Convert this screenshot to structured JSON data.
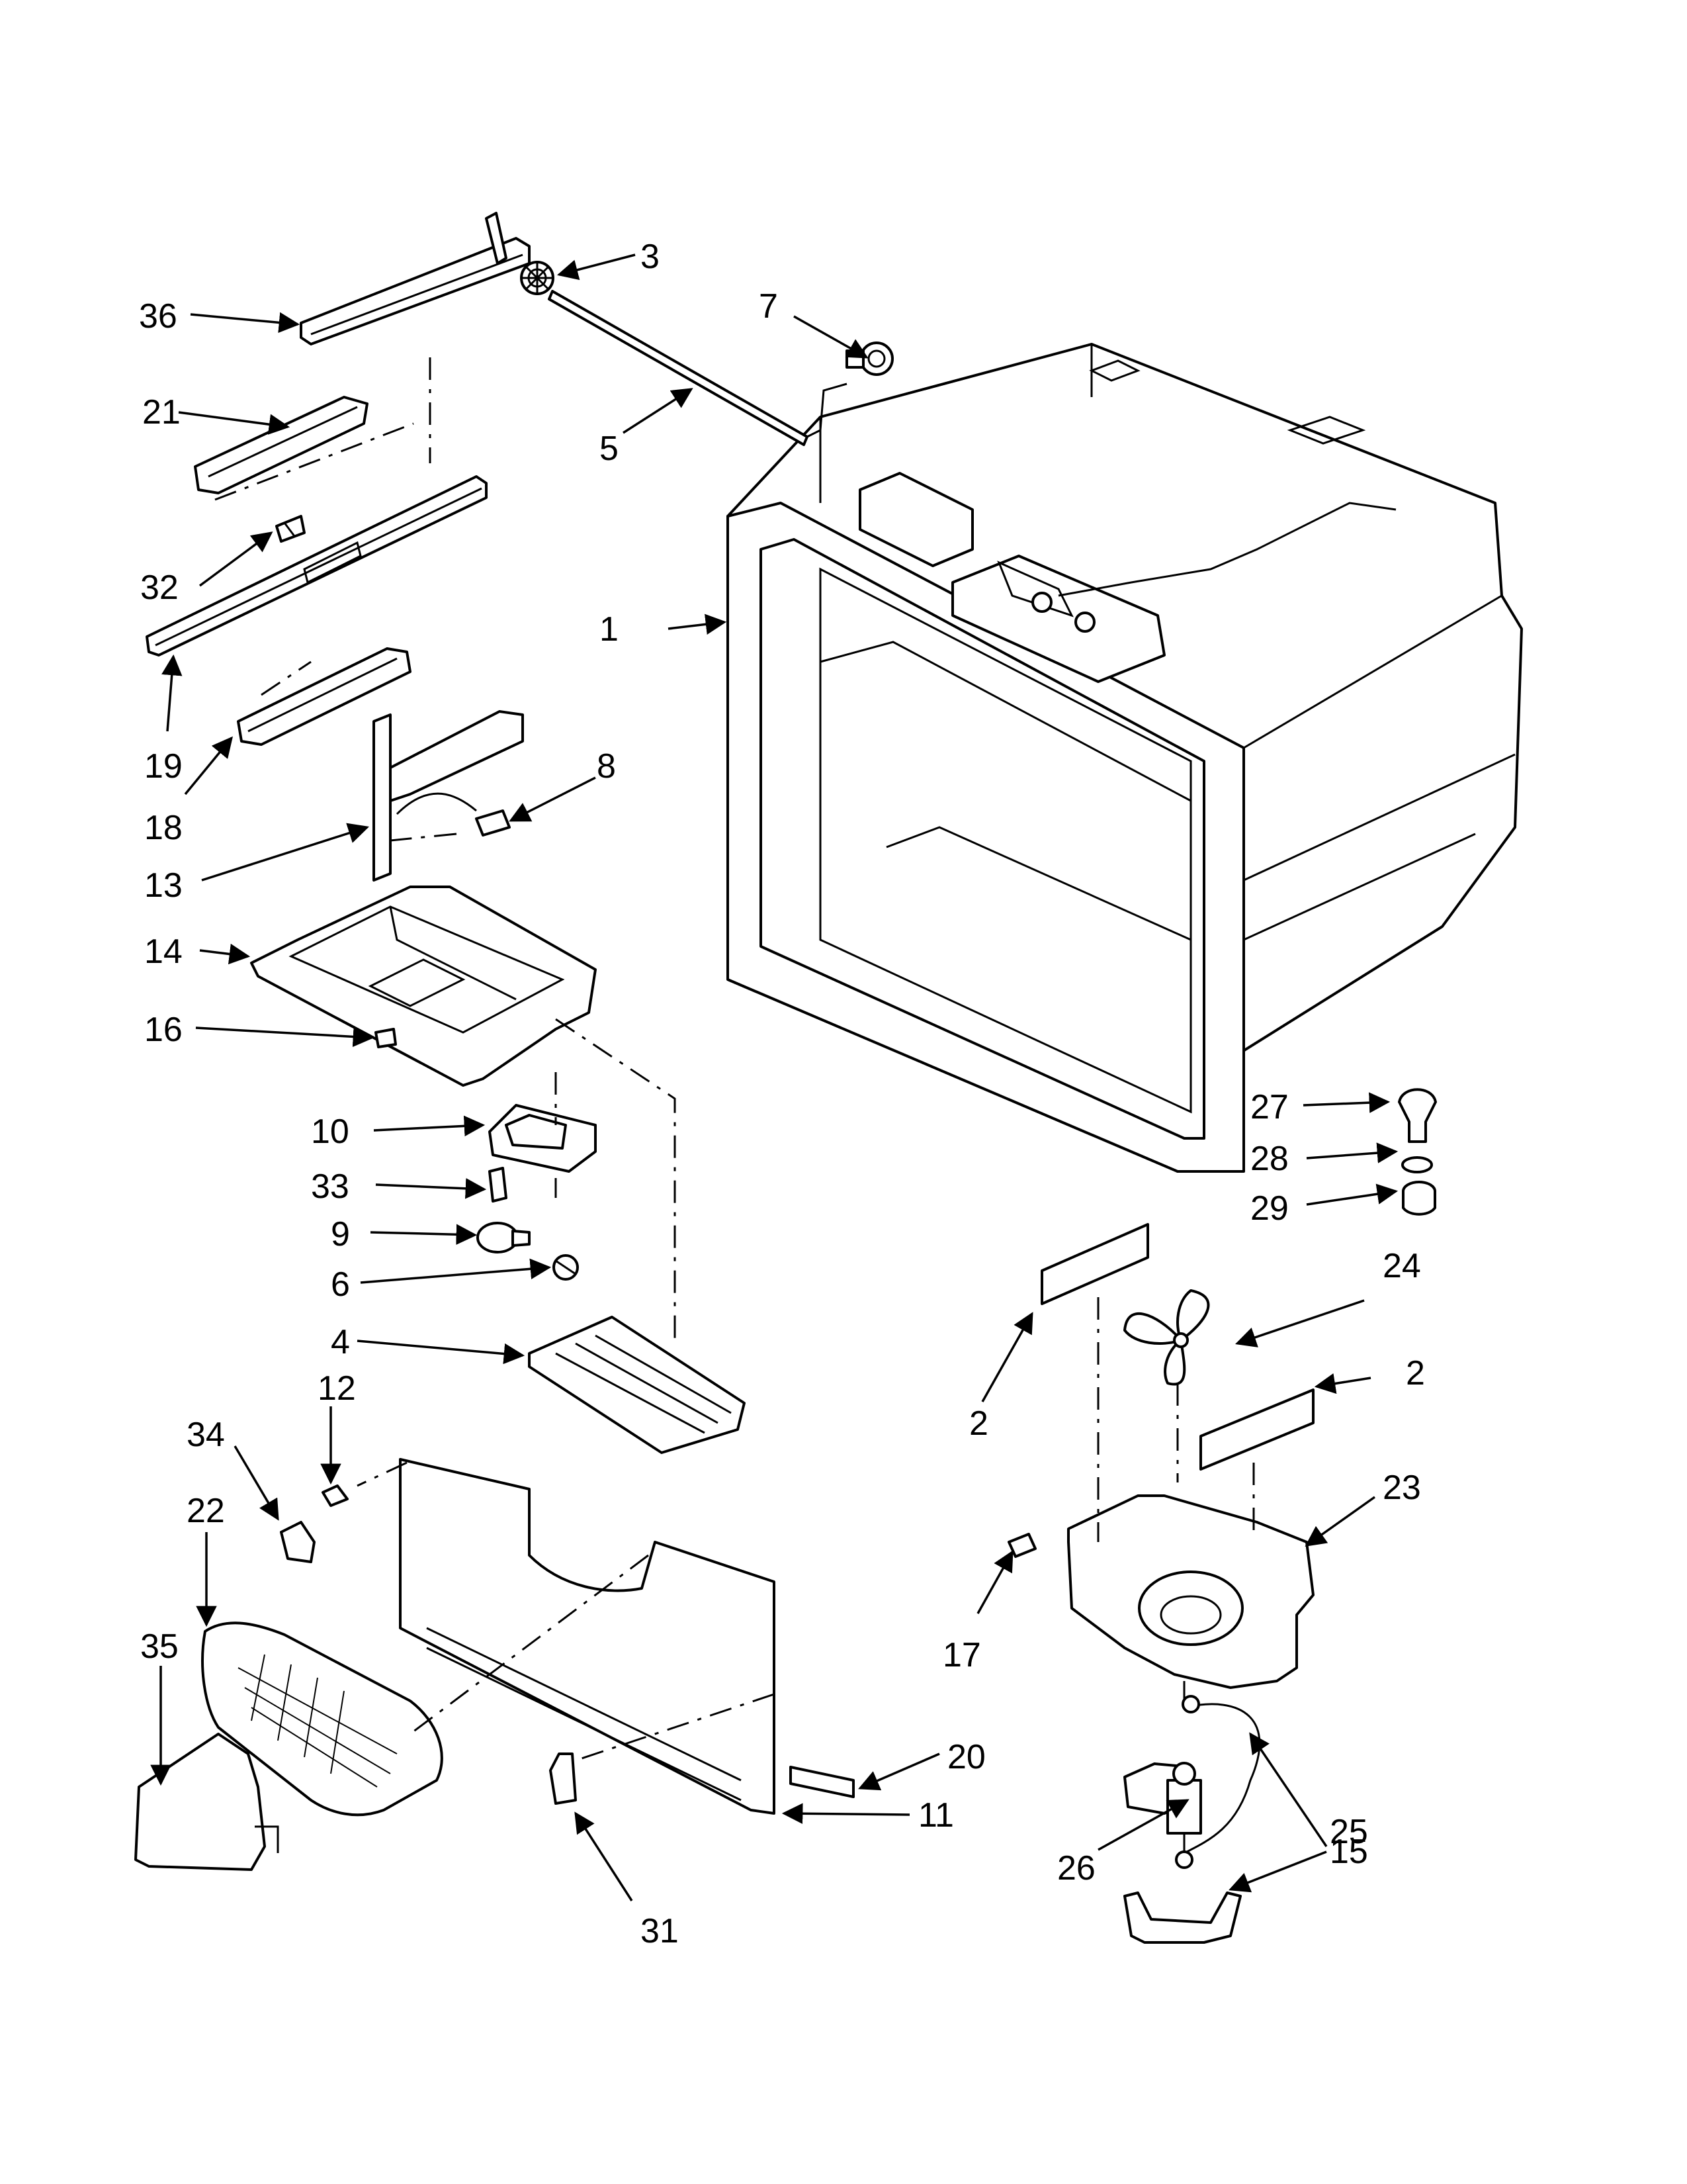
{
  "callouts": {
    "c1": "1",
    "c2a": "2",
    "c2b": "2",
    "c3": "3",
    "c4": "4",
    "c5": "5",
    "c6": "6",
    "c7": "7",
    "c8": "8",
    "c9": "9",
    "c10": "10",
    "c11": "11",
    "c12": "12",
    "c13": "13",
    "c14": "14",
    "c15": "15",
    "c16": "16",
    "c17": "17",
    "c18": "18",
    "c19": "19",
    "c20": "20",
    "c21": "21",
    "c22": "22",
    "c23": "23",
    "c24": "24",
    "c25": "25",
    "c26": "26",
    "c27": "27",
    "c28": "28",
    "c29": "29",
    "c31": "31",
    "c32": "32",
    "c33": "33",
    "c34": "34",
    "c35": "35",
    "c36": "36"
  }
}
